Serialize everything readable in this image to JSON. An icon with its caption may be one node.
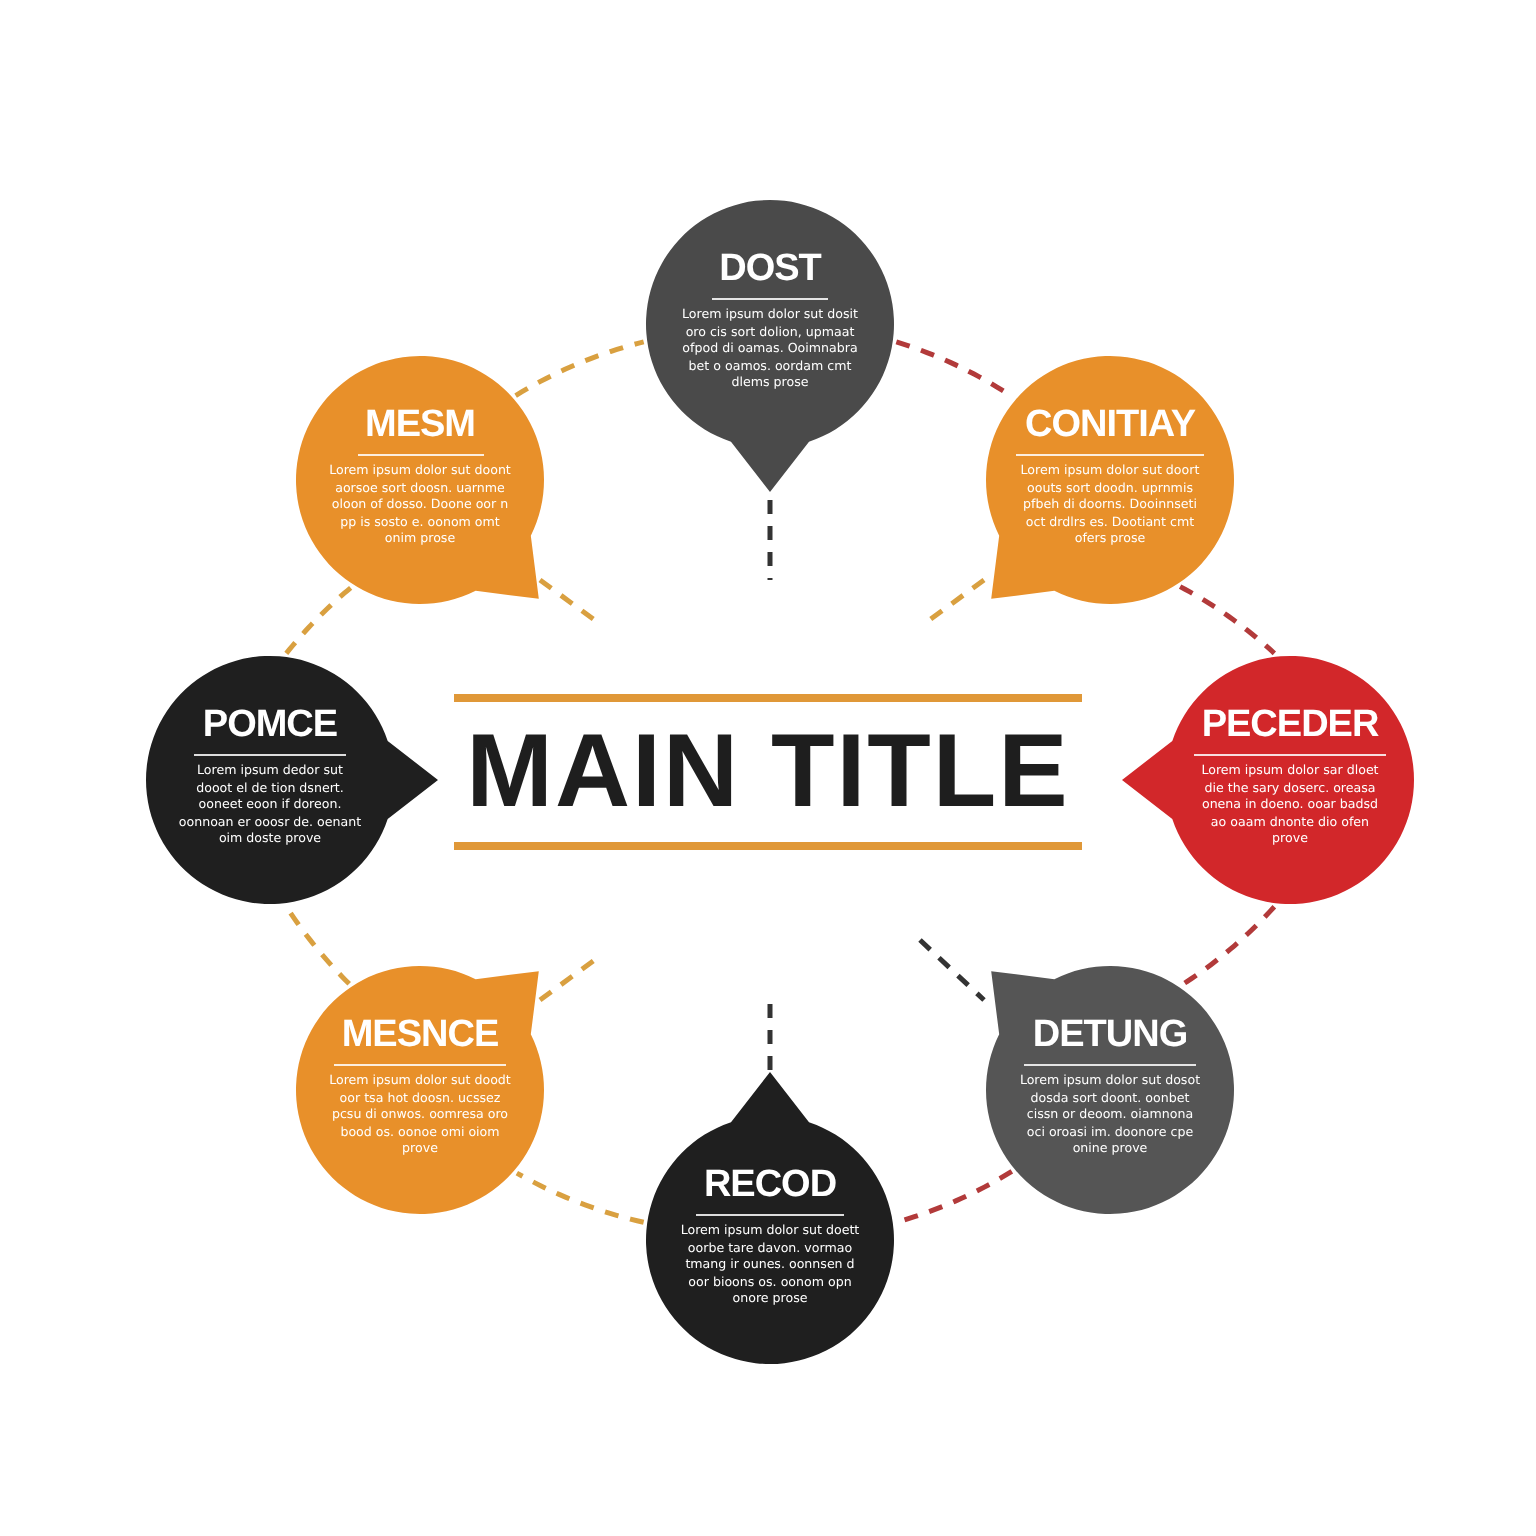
{
  "diagram": {
    "title": "MAIN TITLE",
    "nodes": [
      {
        "text": [
          "DOST",
          "Lorem ipsum dolor sut dosit oro cis sort dolion, upmaat ofpod di oamas. Ooimnabra bet o oamos. oordam cmt dlems prose"
        ]
      },
      {
        "text": [
          "CONITIAY",
          "Lorem ipsum dolor sut doort oouts sort doodn. uprnmis pfbeh di doorns. Dooinnseti oct drdlrs es. Dootiant cmt ofers prose"
        ]
      },
      {
        "text": [
          "PECEDER",
          "Lorem ipsum dolor sar dloet die the sary doserc. oreasa onena in doeno. ooar badsd ao oaam dnonte dio ofen prove"
        ]
      },
      {
        "text": [
          "DETUNG",
          "Lorem ipsum dolor sut dosot dosda sort doont. oonbet cissn or deoom. oiamnona oci oroasi im. doonore cpe onine prove"
        ]
      },
      {
        "text": [
          "RECOD",
          "Lorem ipsum dolor sut doett oorbe tare davon. vormao tmang ir ounes. oonnsen d oor bioons os. oonom opn onore prose"
        ]
      },
      {
        "text": [
          "MESNCE",
          "Lorem ipsum dolor sut doodt oor tsa hot doosn. ucssez pcsu di onwos. oomresa oro bood os. oonoe omi oiom prove"
        ]
      },
      {
        "text": [
          "POMCE",
          "Lorem ipsum dedor sut dooot el de tion dsnert. ooneet eoon if doreon. oonnoan er ooosr de. oenant oim doste prove"
        ]
      },
      {
        "text": [
          "MESM",
          "Lorem ipsum dolor sut doont aorsoe sort doosn. uarnme oloon of dosso. Doone oor n pp is sosto e. oonom omt onim prose"
        ]
      }
    ],
    "edges": [
      {
        "from": 0,
        "to": 1,
        "arrow": "none",
        "style": "dashed",
        "color": "#b23a3a"
      },
      {
        "from": 1,
        "to": 2,
        "arrow": "none",
        "style": "dashed",
        "color": "#b23a3a"
      },
      {
        "from": 2,
        "to": 3,
        "arrow": "none",
        "style": "dashed",
        "color": "#b23a3a"
      },
      {
        "from": 3,
        "to": 4,
        "arrow": "none",
        "style": "dashed",
        "color": "#b23a3a"
      },
      {
        "from": 4,
        "to": 5,
        "arrow": "none",
        "style": "dashed",
        "color": "#d9a040"
      },
      {
        "from": 5,
        "to": 6,
        "arrow": "none",
        "style": "dashed",
        "color": "#d9a040"
      },
      {
        "from": 6,
        "to": 7,
        "arrow": "none",
        "style": "dashed",
        "color": "#d9a040"
      },
      {
        "from": 7,
        "to": 0,
        "arrow": "none",
        "style": "dashed",
        "color": "#d9a040"
      },
      {
        "from": 0,
        "to": null,
        "arrow": "none",
        "style": "dashed",
        "color": "#333333"
      },
      {
        "from": 1,
        "to": null,
        "arrow": "none",
        "style": "dashed",
        "color": "#d9a040"
      },
      {
        "from": 3,
        "to": null,
        "arrow": "none",
        "style": "dashed",
        "color": "#333333"
      },
      {
        "from": 4,
        "to": null,
        "arrow": "none",
        "style": "dashed",
        "color": "#333333"
      },
      {
        "from": 5,
        "to": null,
        "arrow": "none",
        "style": "dashed",
        "color": "#d9a040"
      },
      {
        "from": 7,
        "to": null,
        "arrow": "none",
        "style": "dashed",
        "color": "#d9a040"
      }
    ]
  }
}
